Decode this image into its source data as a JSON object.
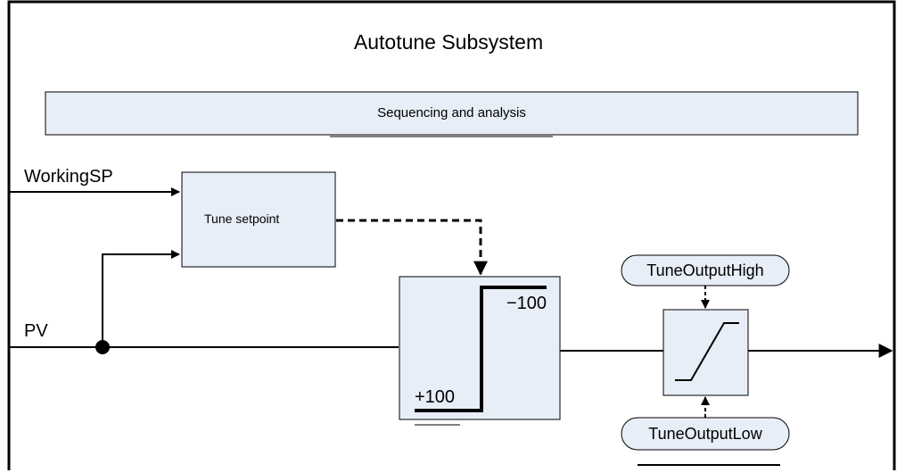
{
  "diagram": {
    "title": "Autotune Subsystem",
    "sequencing_label": "Sequencing and analysis",
    "inputs": {
      "working_sp": "WorkingSP",
      "pv": "PV"
    },
    "tune_setpoint_label": "Tune setpoint",
    "relay": {
      "high_label": "−100",
      "low_label": "+100"
    },
    "limits": {
      "high": "TuneOutputHigh",
      "low": "TuneOutputLow"
    },
    "colors": {
      "block_fill": "#e7eef7",
      "line": "#000000"
    }
  }
}
